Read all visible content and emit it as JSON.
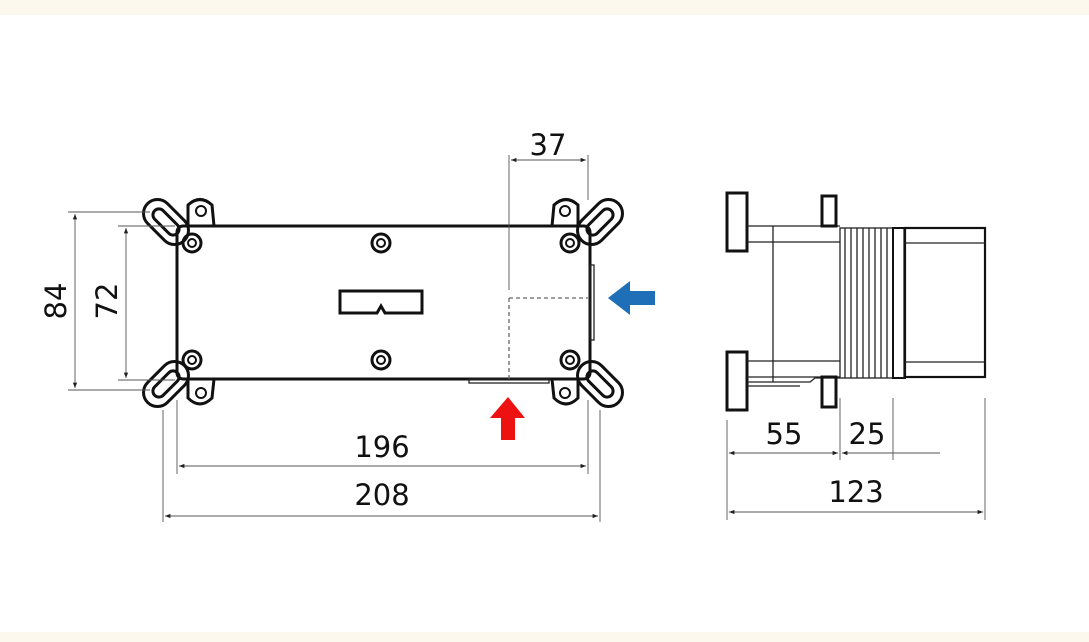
{
  "drawing": {
    "front_view": {
      "dimensions": {
        "height_outer": "84",
        "height_inner": "72",
        "width_inner": "196",
        "width_outer": "208",
        "outlet_offset": "37"
      }
    },
    "side_view": {
      "dimensions": {
        "body_depth": "55",
        "thread_length": "25",
        "total_depth": "123"
      }
    },
    "colors": {
      "cold_inlet_arrow": "#1f6fb8",
      "hot_inlet_arrow": "#ee1111",
      "background_band": "#fdf8ee"
    }
  }
}
